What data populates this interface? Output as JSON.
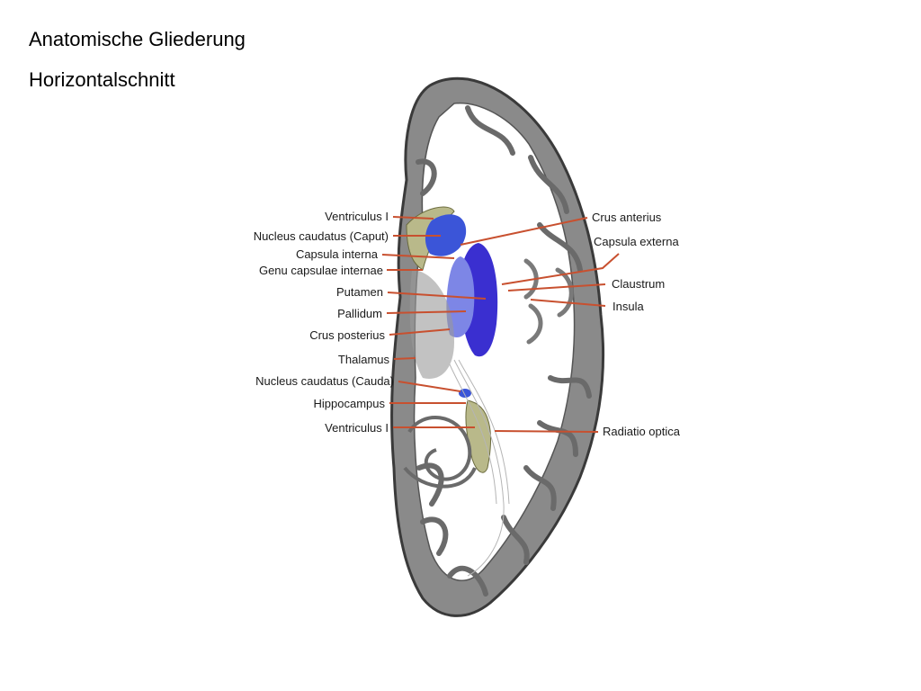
{
  "slide": {
    "title": "Anatomische Gliederung",
    "subtitle": "Horizontalschnitt"
  },
  "labels_left": [
    {
      "id": "ventriculus-1-top",
      "text": "Ventriculus I"
    },
    {
      "id": "nucleus-caudatus-caput",
      "text": "Nucleus caudatus (Caput)"
    },
    {
      "id": "capsula-interna",
      "text": "Capsula interna"
    },
    {
      "id": "genu-capsulae-internae",
      "text": "Genu capsulae internae"
    },
    {
      "id": "putamen",
      "text": "Putamen"
    },
    {
      "id": "pallidum",
      "text": "Pallidum"
    },
    {
      "id": "crus-posterius",
      "text": "Crus posterius"
    },
    {
      "id": "thalamus",
      "text": "Thalamus"
    },
    {
      "id": "nucleus-caudatus-cauda",
      "text": "Nucleus caudatus (Cauda)"
    },
    {
      "id": "hippocampus",
      "text": "Hippocampus"
    },
    {
      "id": "ventriculus-1-bottom",
      "text": "Ventriculus I"
    }
  ],
  "labels_right": [
    {
      "id": "crus-anterius",
      "text": "Crus anterius"
    },
    {
      "id": "capsula-externa",
      "text": "Capsula externa"
    },
    {
      "id": "claustrum",
      "text": "Claustrum"
    },
    {
      "id": "insula",
      "text": "Insula"
    },
    {
      "id": "radiatio-optica",
      "text": "Radiatio optica"
    }
  ],
  "colors": {
    "leader_line": "#c8502f",
    "cortex_gray": "#8a8a8a",
    "cortex_dark": "#3a3a3a",
    "white_matter": "#ffffff",
    "ventricle": "#b9b98a",
    "caudate_blue": "#3b55d8",
    "putamen_blue": "#3a2fd0",
    "pallidum_blue": "#7d86e6"
  }
}
